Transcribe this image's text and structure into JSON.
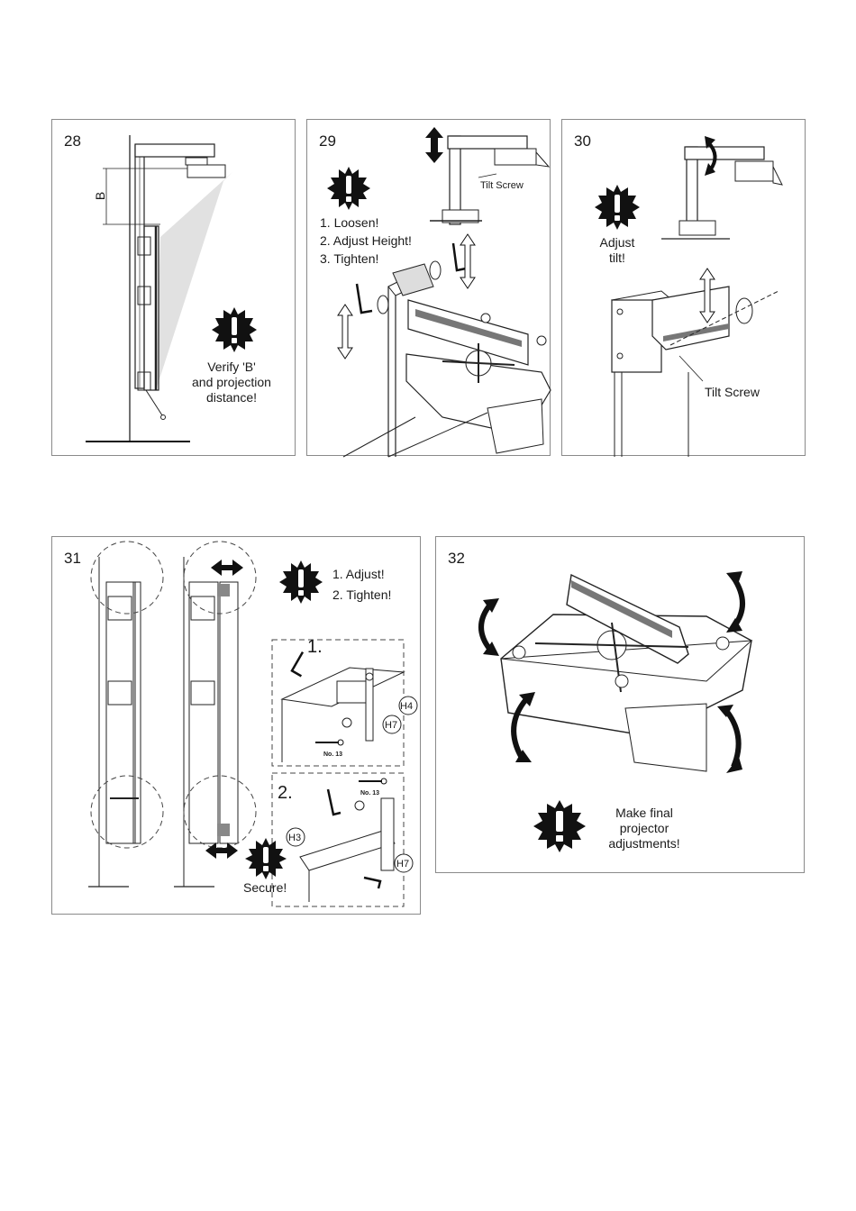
{
  "steps": [
    {
      "number": "28",
      "labels": {
        "dim": "B",
        "note_line1": "Verify 'B'",
        "note_line2": "and projection",
        "note_line3": "distance!"
      }
    },
    {
      "number": "29",
      "labels": {
        "tilt_screw": "Tilt Screw",
        "step1": "1. Loosen!",
        "step2": "2. Adjust Height!",
        "step3": "3. Tighten!"
      }
    },
    {
      "number": "30",
      "labels": {
        "note_line1": "Adjust",
        "note_line2": "tilt!",
        "tilt_screw": "Tilt Screw"
      }
    },
    {
      "number": "31",
      "labels": {
        "step1": "1. Adjust!",
        "step2": "2. Tighten!",
        "sub1": "1.",
        "sub2": "2.",
        "h4": "H4",
        "h7a": "H7",
        "h3": "H3",
        "h7b": "H7",
        "wrench_a": "No. 13",
        "wrench_b": "No. 13",
        "secure": "Secure!"
      }
    },
    {
      "number": "32",
      "labels": {
        "note_line1": "Make final",
        "note_line2": "projector",
        "note_line3": "adjustments!"
      }
    }
  ],
  "icons": [
    "warning-burst-icon",
    "double-arrow-vertical-icon",
    "double-arrow-horizontal-icon",
    "curved-arrow-icon",
    "hex-key-icon",
    "wrench-icon",
    "rotate-icon"
  ]
}
